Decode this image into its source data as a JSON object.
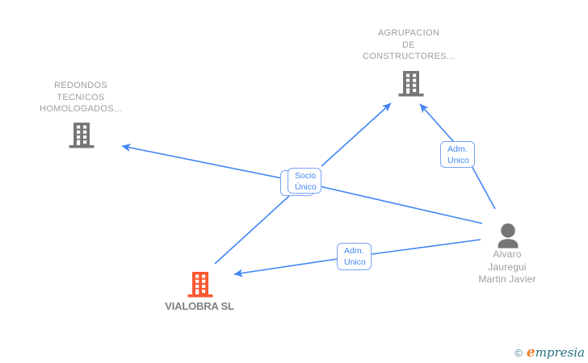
{
  "colors": {
    "edge_blue": "#4285F4",
    "edge_label_border": "#79A3F5",
    "company_icon_gray": "#767676",
    "highlight_orange": "#FA5A32",
    "node_text_gray": "#9E9E9E",
    "highlight_text_gray": "#808080",
    "logo_orange": "#F07D2A",
    "logo_teal": "#26707F"
  },
  "nodes": {
    "agrupacion": {
      "type": "company",
      "label_lines": [
        "AGRUPACION",
        "DE",
        "CONSTRUCTORES..."
      ]
    },
    "redondos": {
      "type": "company",
      "label_lines": [
        "REDONDOS",
        "TECNICOS",
        "HOMOLOGADOS..."
      ]
    },
    "vialobra": {
      "type": "company",
      "label": "VIALOBRA SL"
    },
    "person": {
      "type": "person",
      "label_lines": [
        "Alvaro",
        "Jauregui",
        "Martin Javier"
      ]
    }
  },
  "edge_labels": {
    "socio_unico": {
      "lines": [
        "Socio",
        "Único"
      ]
    },
    "adm_unico_top": {
      "lines": [
        "Adm.",
        "Unico"
      ]
    },
    "adm_unico_bottom": {
      "lines": [
        "Adm.",
        "Unico"
      ]
    }
  },
  "edges": [
    {
      "from": "person",
      "via": "socio_unico",
      "to": "redondos",
      "arrow": true
    },
    {
      "from": "socio_unico",
      "to": "agrupacion",
      "arrow": true
    },
    {
      "from": "socio_unico",
      "to": "vialobra",
      "arrow": false
    },
    {
      "from": "person",
      "via": "adm_unico_top",
      "to": "agrupacion",
      "arrow": true
    },
    {
      "from": "person",
      "via": "adm_unico_bottom",
      "to": "vialobra",
      "arrow": true
    }
  ],
  "watermark": {
    "copyright_symbol": "©",
    "brand_initial": "e",
    "brand_rest": "mpresia"
  }
}
